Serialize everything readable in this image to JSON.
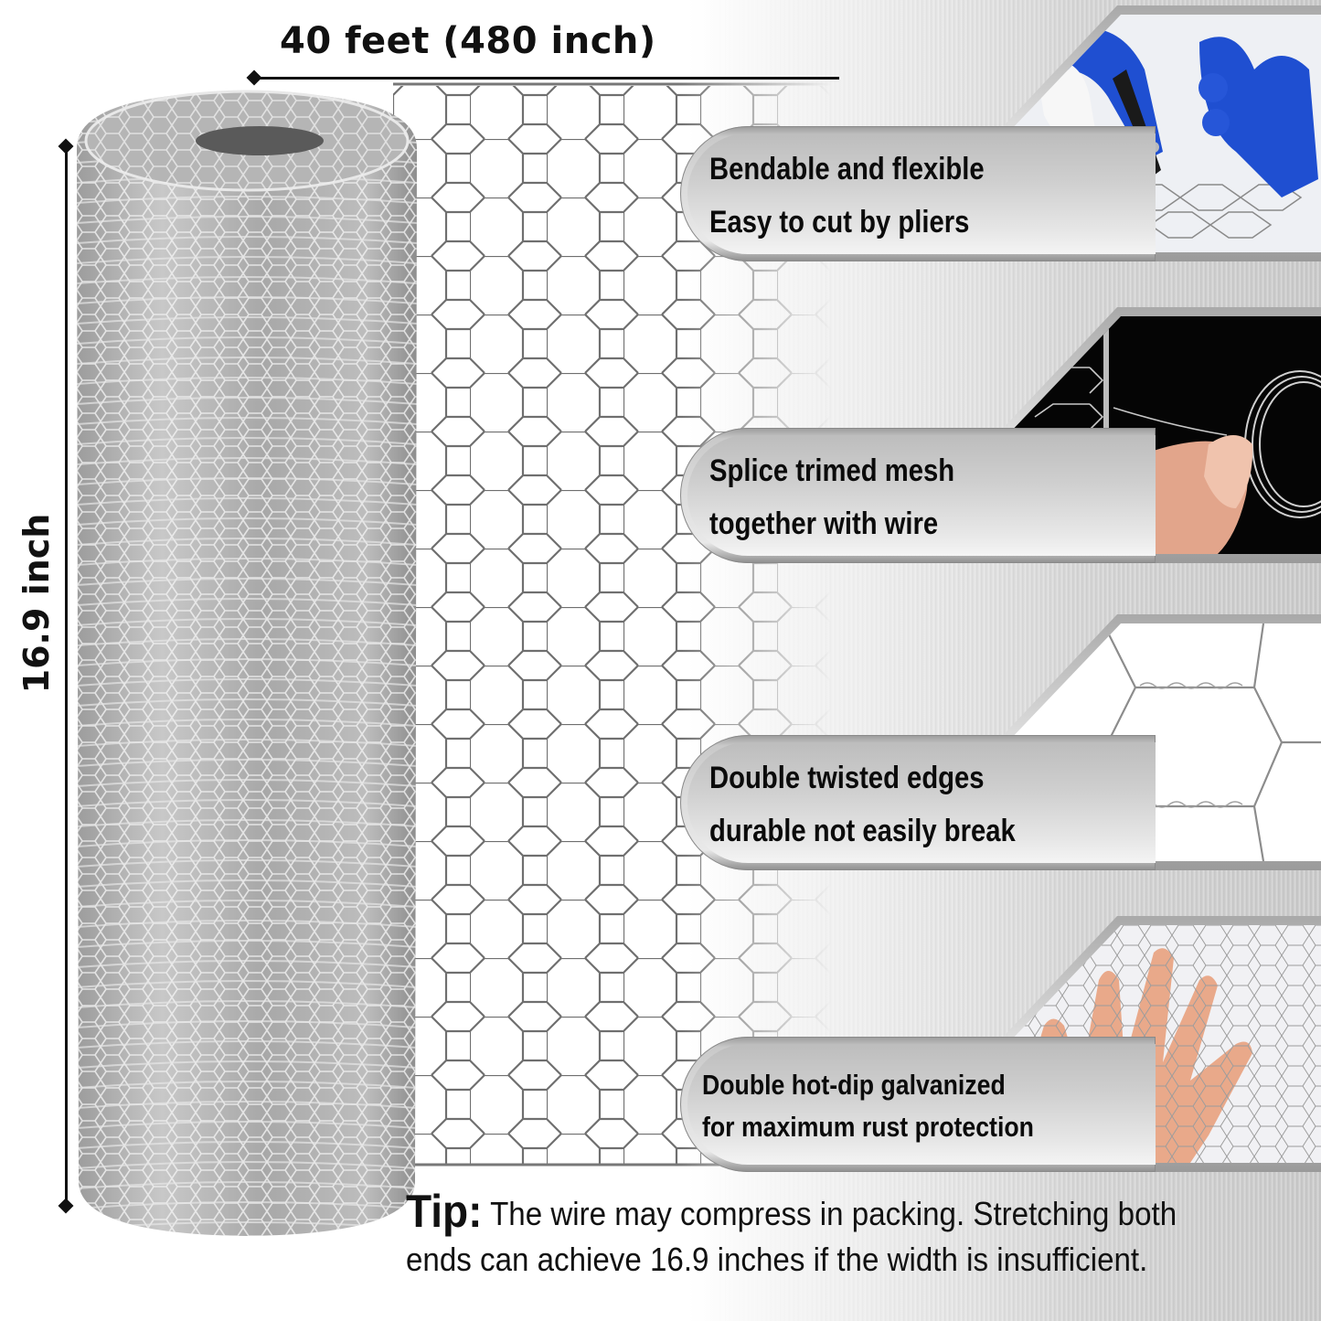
{
  "dimensions": {
    "length_label": "40 feet (480 inch)",
    "height_label": "16.9 inch"
  },
  "features": [
    {
      "lines": [
        "Bendable and flexible",
        "Easy to cut by pliers"
      ],
      "photo": "gloved-hands-cutting-mesh-with-pliers"
    },
    {
      "lines": [
        "Splice trimed mesh",
        "together with wire"
      ],
      "photo": "hand-splicing-mesh-with-wire-coil"
    },
    {
      "lines": [
        "Double twisted edges",
        "durable not easily break"
      ],
      "photo": "closeup-double-twisted-hexagon-wire"
    },
    {
      "lines": [
        "Double hot-dip galvanized",
        "for maximum rust protection"
      ],
      "photo": "hand-behind-hexagon-mesh"
    }
  ],
  "tip": {
    "label": "Tip:",
    "text": " The wire may compress in packing. Stretching both ends can achieve 16.9 inches if the width is insufficient."
  },
  "colors": {
    "text": "#111111",
    "glove_blue": "#1f4fd1",
    "metal_gray": "#c9c9c9",
    "panel_frame": "#9a9a9a",
    "skin": "#e9a98a"
  }
}
